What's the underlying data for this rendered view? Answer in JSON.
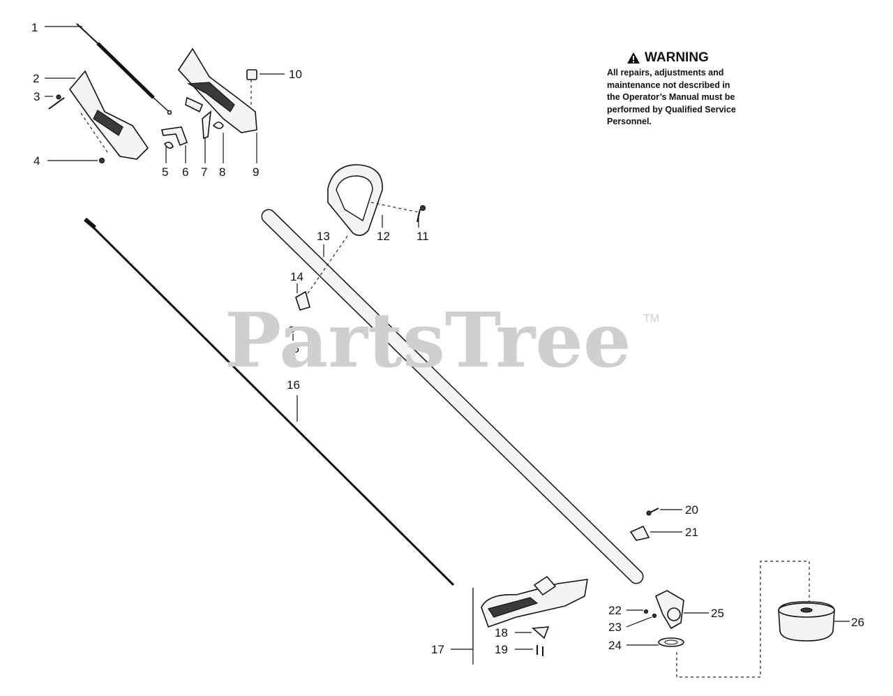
{
  "warning": {
    "title": "WARNING",
    "body": [
      "All repairs, adjustments and",
      "maintenance not described in",
      "the Operator’s Manual must be",
      "performed by Qualified Service",
      "Personnel."
    ]
  },
  "watermark": {
    "brand": "PartsTree",
    "tm": "TM"
  },
  "callouts": [
    "1",
    "2",
    "3",
    "4",
    "5",
    "6",
    "7",
    "8",
    "9",
    "10",
    "11",
    "12",
    "13",
    "14",
    "15",
    "16",
    "17",
    "18",
    "19",
    "20",
    "21",
    "22",
    "23",
    "24",
    "25",
    "26"
  ]
}
